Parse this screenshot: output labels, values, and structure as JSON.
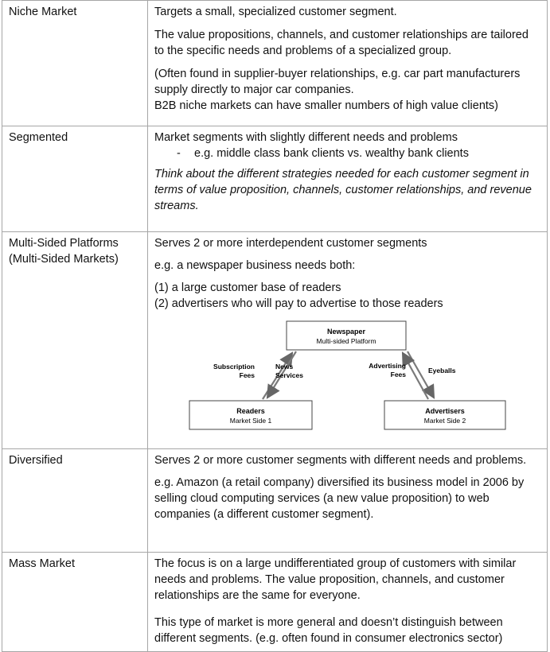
{
  "rows": [
    {
      "label": "Niche Market",
      "paragraphs": [
        "Targets a small, specialized customer segment.",
        "The value propositions, channels, and customer relationships are tailored to the specific needs and problems of a specialized group.",
        "(Often found in supplier-buyer relationships, e.g. car part manufacturers supply directly to major car companies.",
        "B2B niche markets can have smaller numbers of high value clients)"
      ]
    },
    {
      "label": "Segmented",
      "paragraphs": [
        "Market segments with slightly different needs and problems",
        "e.g. middle class bank clients vs. wealthy bank clients",
        "Think about the different strategies needed for each customer segment in terms of value proposition, channels, customer relationships, and revenue streams."
      ],
      "bullet_dash": "-"
    },
    {
      "label_line1": "Multi-Sided Platforms",
      "label_line2": "(Multi-Sided Markets)",
      "paragraphs": [
        "Serves 2 or more interdependent customer segments",
        "e.g. a newspaper business needs both:",
        "(1) a large customer base of readers",
        "(2) advertisers who will pay to advertise to those readers"
      ],
      "diagram": {
        "top_title": "Newspaper",
        "top_sub": "Multi-sided Platform",
        "left_title": "Readers",
        "left_sub": "Market Side 1",
        "right_title": "Advertisers",
        "right_sub": "Market Side 2",
        "subscription_1": "Subscription",
        "subscription_2": "Fees",
        "news_1": "News",
        "news_2": "Services",
        "advertising_1": "Advertising",
        "advertising_2": "Fees",
        "eyeballs": "Eyeballs"
      }
    },
    {
      "label": "Diversified",
      "paragraphs": [
        "Serves 2 or more customer segments with different needs and problems.",
        "e.g. Amazon (a retail company) diversified its business model in 2006 by selling cloud computing services (a new value proposition) to web companies (a different customer segment)."
      ]
    },
    {
      "label": "Mass Market",
      "paragraphs": [
        "The focus is on a large undifferentiated group of customers with similar needs and problems. The value proposition, channels, and customer relationships are the same for everyone.",
        "This type of market is more general and doesn’t distinguish between different segments. (e.g. often found in consumer electronics sector)"
      ]
    }
  ]
}
